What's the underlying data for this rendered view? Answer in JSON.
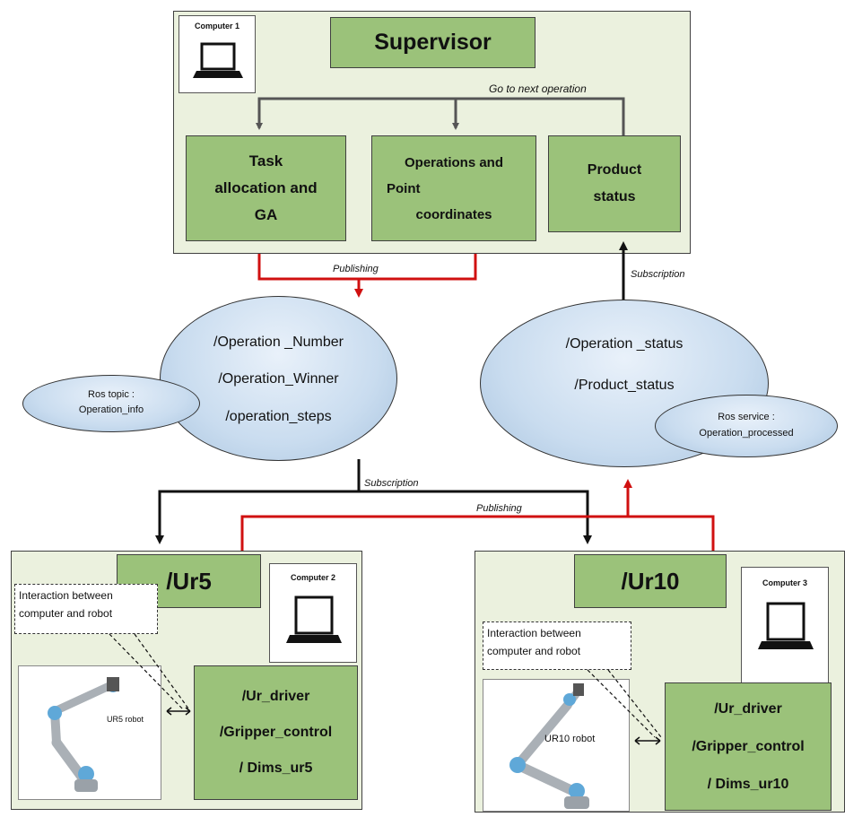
{
  "supervisor": {
    "title": "Supervisor",
    "computer_label": "Computer 1",
    "feedback_label": "Go to next operation",
    "boxes": [
      {
        "lines": [
          "Task",
          "allocation and",
          "GA"
        ]
      },
      {
        "lines": [
          "Operations and",
          "Point",
          "coordinates"
        ]
      },
      {
        "lines": [
          "Product",
          "status"
        ]
      }
    ]
  },
  "connectors": {
    "publishing_top": "Publishing",
    "subscription_top": "Subscription",
    "subscription_bottom": "Subscription",
    "publishing_bottom": "Publishing"
  },
  "topics_left": {
    "items": [
      "/Operation _Number",
      "/Operation_Winner",
      "/operation_steps"
    ],
    "tag_lines": [
      "Ros topic :",
      "Operation_info"
    ]
  },
  "topics_right": {
    "items": [
      "/Operation _status",
      "/Product_status"
    ],
    "tag_lines": [
      "Ros service :",
      "Operation_processed"
    ]
  },
  "ur5": {
    "title": "/Ur5",
    "computer_label": "Computer 2",
    "interaction_lines": [
      "Interaction between",
      "computer and robot"
    ],
    "robot_label": "UR5 robot",
    "nodes": [
      "/Ur_driver",
      "/Gripper_control",
      "/ Dims_ur5"
    ]
  },
  "ur10": {
    "title": "/Ur10",
    "computer_label": "Computer 3",
    "interaction_lines": [
      "Interaction between",
      "computer and robot"
    ],
    "robot_label": "UR10 robot",
    "nodes": [
      "/Ur_driver",
      "/Gripper_control",
      "/ Dims_ur10"
    ]
  },
  "colors": {
    "panel": "#ebf1de",
    "box": "#9bc27a",
    "publish_line": "#d01010",
    "subscribe_line": "#111111",
    "feedback_line": "#555555"
  }
}
